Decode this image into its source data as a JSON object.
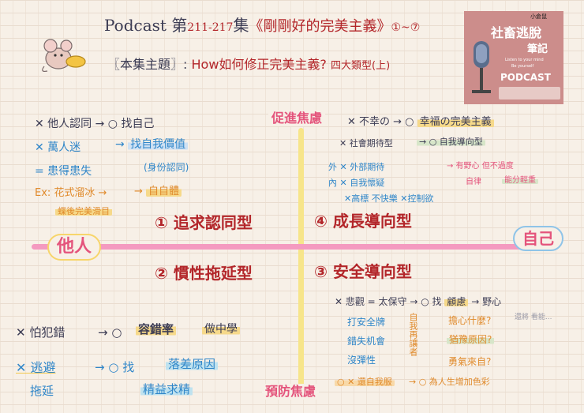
{
  "header": {
    "title_prefix": "Podcast 第",
    "episode_range": "211-217",
    "title_ji": "集",
    "title_book": "《剛剛好的完美主義》",
    "title_parts": "①~⑦",
    "subtitle_label": "〖本集主題〗:",
    "subtitle_text": "How如何修正完美主義?",
    "subtitle_types": "四大類型(上)"
  },
  "badge": {
    "small": "小倉鼠",
    "title": "社畜逃脫",
    "title2": "筆記",
    "tagline1": "Listen to your mind",
    "tagline2": "Be yourself",
    "podcast": "PODCAST",
    "color": "#cc8d8b"
  },
  "axes": {
    "left_label": "他人",
    "right_label": "自己",
    "top_label": "促進焦慮",
    "bottom_label": "預防焦慮",
    "horizontal_color": "#f49ac0",
    "vertical_color": "#f7e58a"
  },
  "quadrants": {
    "q1": "① 追求認同型",
    "q2": "② 慣性拖延型",
    "q3": "③ 安全導向型",
    "q4": "④ 成長導向型"
  },
  "top_left": {
    "line1": "✕ 他人認同 → ○ 找自己",
    "line2_a": "✕ 萬人迷",
    "line2_b": "找自我價值",
    "line3_a": "= 患得患失",
    "line3_b": "(身份認同)",
    "line4_a": "Ex: 花式溜冰",
    "line4_b": "自自體",
    "line5": "蝶後完美滑目"
  },
  "top_right": {
    "line1_a": "✕ 不幸の → ○",
    "line1_b": "幸福の完美主義",
    "line2_a": "✕ 社會期待型",
    "line2_b": "→ ○ 自我導向型",
    "line3": "外 ✕ 外部期待",
    "line4": "內 ✕ 自我懷疑",
    "line5": "✕高標 不快樂 ✕控制欲",
    "side1": "→ 有野心 但不過度",
    "side2": "自律",
    "side3": "能分輕重"
  },
  "bottom_right": {
    "line1_a": "✕ 悲觀 = 太保守",
    "line1_b": "→ ○ 找",
    "line1_c": "顧慮",
    "line1_d": "→ 野心",
    "list1": "打安全牌",
    "list2": "錯失机會",
    "list3": "沒彈性",
    "vertical_note": "自我再讓者",
    "q1": "擔心什麼?",
    "q2": "猶豫原因?",
    "q3": "勇氣來自?",
    "bottom_a": "○ ✕ 還自我服",
    "bottom_b": "→ ○ 為人生增加色彩",
    "corner": "還將 看能..."
  },
  "bottom_left": {
    "line1_a": "✕ 怕犯錯",
    "line1_b": "→ ○",
    "line1_c": "容錯率",
    "line1_d": "做中學",
    "line2_a": "✕ 逃避",
    "line2_b": "→ ○ 找",
    "line2_c": "落差原因",
    "line3_a": "拖延",
    "line3_b": "精益求精"
  }
}
